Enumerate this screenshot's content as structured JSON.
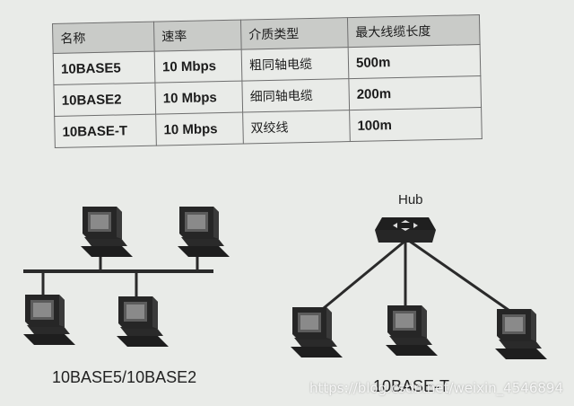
{
  "table": {
    "headers": [
      "名称",
      "速率",
      "介质类型",
      "最大线缆长度"
    ],
    "rows": [
      [
        "10BASE5",
        "10 Mbps",
        "粗同轴电缆",
        "500m"
      ],
      [
        "10BASE2",
        "10 Mbps",
        "细同轴电缆",
        "200m"
      ],
      [
        "10BASE-T",
        "10 Mbps",
        "双绞线",
        "100m"
      ]
    ]
  },
  "diagrams": {
    "bus": {
      "caption": "10BASE5/10BASE2",
      "icons": [
        "computer-icon",
        "computer-icon",
        "computer-icon",
        "computer-icon"
      ]
    },
    "star": {
      "caption": "10BASE-T",
      "hub_label": "Hub",
      "icons": [
        "hub-icon",
        "computer-icon",
        "computer-icon",
        "computer-icon"
      ]
    }
  },
  "watermark": "https://blog.csdn.net/weixin_4546894",
  "colors": {
    "background": "#e9ebe8",
    "header_fill": "#c9cbc8",
    "ink": "#1c1c1c"
  }
}
